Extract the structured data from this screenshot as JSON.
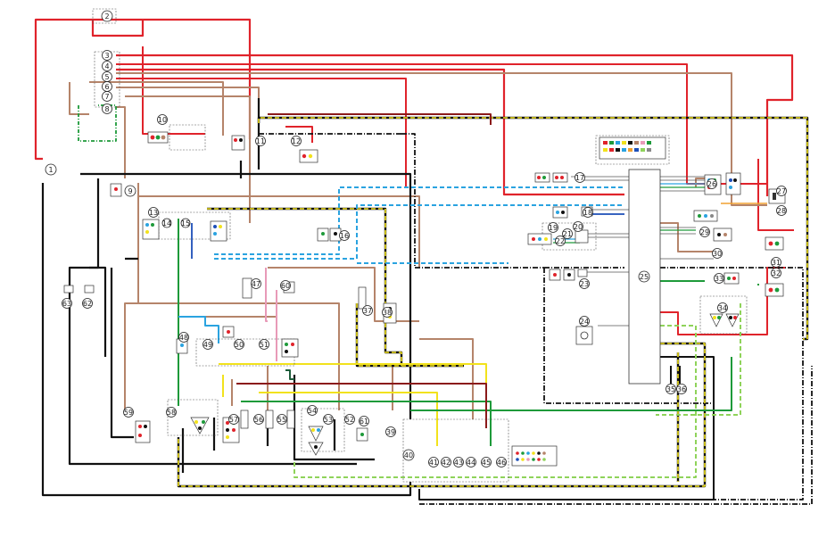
{
  "labels": {
    "n1": "1",
    "n2": "2",
    "n3": "3",
    "n4": "4",
    "n5": "5",
    "n6": "6",
    "n7": "7",
    "n8": "8",
    "n9": "9",
    "n10": "10",
    "n11": "11",
    "n12": "12",
    "n13": "13",
    "n14": "14",
    "n15": "15",
    "n16": "16",
    "n17": "17",
    "n18": "18",
    "n19": "19",
    "n20": "20",
    "n21": "21",
    "n22": "22",
    "n23": "23",
    "n24": "24",
    "n25": "25",
    "n26": "26",
    "n27": "27",
    "n28": "28",
    "n29": "29",
    "n30": "30",
    "n31": "31",
    "n32": "32",
    "n33": "33",
    "n34": "34",
    "n35": "35",
    "n36": "36",
    "n37": "37",
    "n38": "38",
    "n39": "39",
    "n40": "40",
    "n41": "41",
    "n42": "42",
    "n43": "43",
    "n44": "44",
    "n45": "45",
    "n46": "46",
    "n47": "47",
    "n48": "48",
    "n49": "49",
    "n50": "50",
    "n51": "51",
    "n52": "52",
    "n53": "53",
    "n54": "54",
    "n55": "55",
    "n56": "56",
    "n57": "57",
    "n58": "58",
    "n59": "59",
    "n60": "60",
    "n61": "61",
    "n62": "62",
    "n63": "63"
  },
  "colors": {
    "red": "#e0232b",
    "brown": "#b5846a",
    "black": "#111111",
    "green": "#1e9a3a",
    "dark_red": "#8b1a1a",
    "yellow": "#f2e21c",
    "sky_blue": "#2aa3e0",
    "blue": "#1d4fb8",
    "pink": "#e89ab8",
    "orange": "#f0a030",
    "gray": "#888888",
    "dark_green": "#1d5c3a",
    "light_green": "#8fd35a",
    "white": "#ffffff"
  }
}
